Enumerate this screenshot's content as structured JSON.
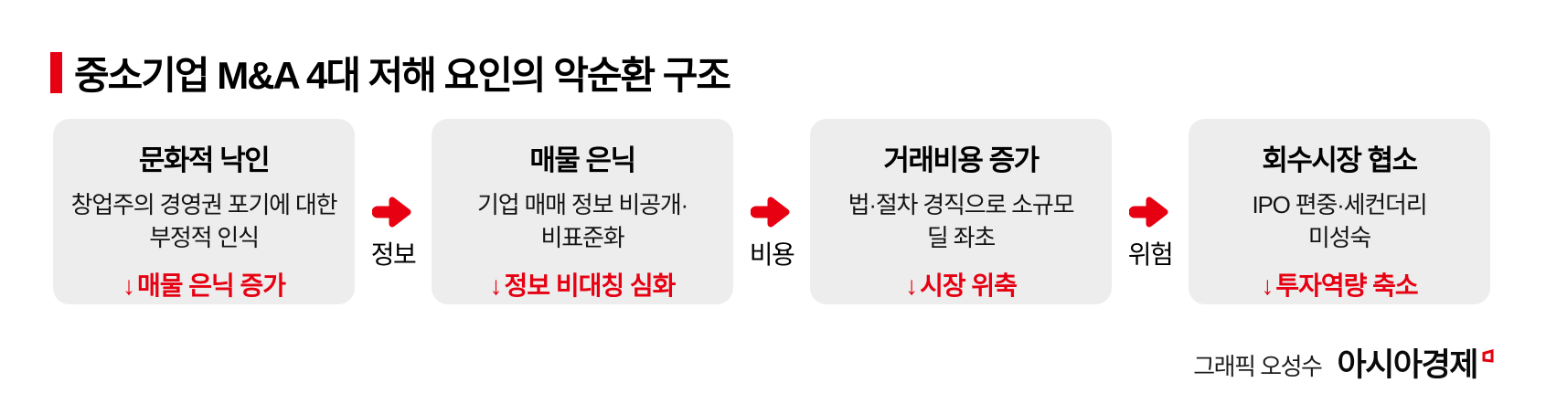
{
  "title": "중소기업 M&A 4대 저해 요인의 악순환 구조",
  "colors": {
    "accent_red": "#e60012",
    "box_background": "#ededed",
    "text": "#0c0c0c"
  },
  "icons": {
    "down_arrow_glyph": "↓",
    "connector_icon": "arrow-right-icon",
    "brand_mark_icon": "asiae-mark-icon"
  },
  "boxes": [
    {
      "title": "문화적 낙인",
      "desc_line1": "창업주의 경영권 포기에 대한",
      "desc_line2": "부정적 인식",
      "result": "매물 은닉 증가"
    },
    {
      "title": "매물 은닉",
      "desc_line1": "기업 매매 정보 비공개·",
      "desc_line2": "비표준화",
      "result": "정보 비대칭 심화"
    },
    {
      "title": "거래비용 증가",
      "desc_line1": "법·절차 경직으로 소규모",
      "desc_line2": "딜 좌초",
      "result": "시장 위축"
    },
    {
      "title": "회수시장 협소",
      "desc_line1": "IPO 편중·세컨더리",
      "desc_line2": "미성숙",
      "result": "투자역량 축소"
    }
  ],
  "connectors": [
    {
      "label": "정보"
    },
    {
      "label": "비용"
    },
    {
      "label": "위험"
    }
  ],
  "footer": {
    "credit": "그래픽 오성수",
    "brand": "아시아경제"
  }
}
